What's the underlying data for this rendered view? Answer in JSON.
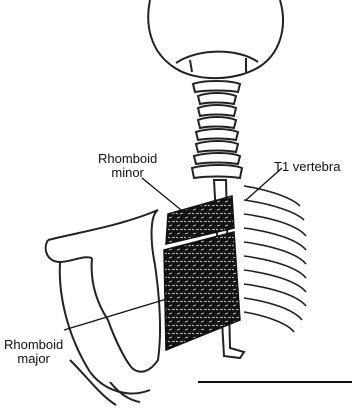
{
  "diagram": {
    "labels": {
      "rhomboid_minor": [
        "Rhomboid",
        "minor"
      ],
      "rhomboid_major": [
        "Rhomboid",
        "major"
      ],
      "t1_vertebra": "T1 vertebra"
    }
  }
}
